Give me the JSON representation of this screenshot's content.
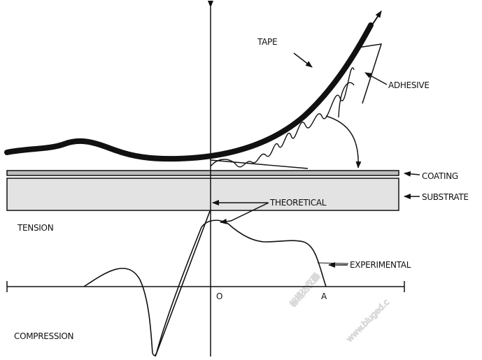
{
  "labels": {
    "tape": "TAPE",
    "adhesive": "ADHESIVE",
    "coating": "COATING",
    "substrate": "SUBSTRATE",
    "tension": "TENSION",
    "theoretical": "THEORETICAL",
    "experimental": "EXPERIMENTAL",
    "origin": "O",
    "point_a": "A",
    "compression": "COMPRESSION"
  },
  "watermark": {
    "chinese": "标格达仪器",
    "url": "www.biuged.c"
  },
  "colors": {
    "ink": "#111111",
    "substrate_fill": "#e3e3e3",
    "coating_fill": "#bdbdbd",
    "watermark": "#d8d8d8"
  }
}
